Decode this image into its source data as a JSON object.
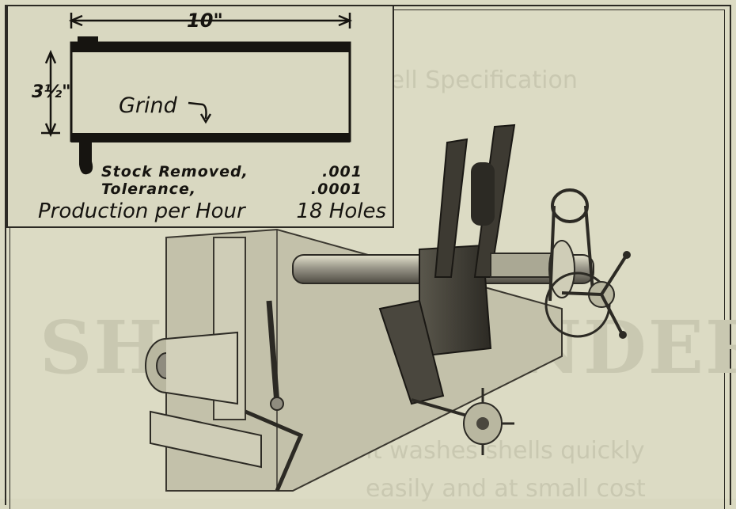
{
  "background_text": {
    "spec_heading": "Complying with the New Shell Specification",
    "large_heading": "SHELL GRINDER",
    "line1": "It washes shells quickly",
    "line2": "easily and at small cost"
  },
  "drawing": {
    "width_label": "10\"",
    "height_label": "3½\"",
    "grind_label": "Grind"
  },
  "specs": {
    "stock_removed_label": "Stock Removed,",
    "stock_removed_value": ".001",
    "tolerance_label": "Tolerance,",
    "tolerance_value": ".0001",
    "production_label": "Production per Hour",
    "production_value": "18 Holes"
  },
  "colors": {
    "paper": "#dcdbc4",
    "ink": "#161410"
  }
}
